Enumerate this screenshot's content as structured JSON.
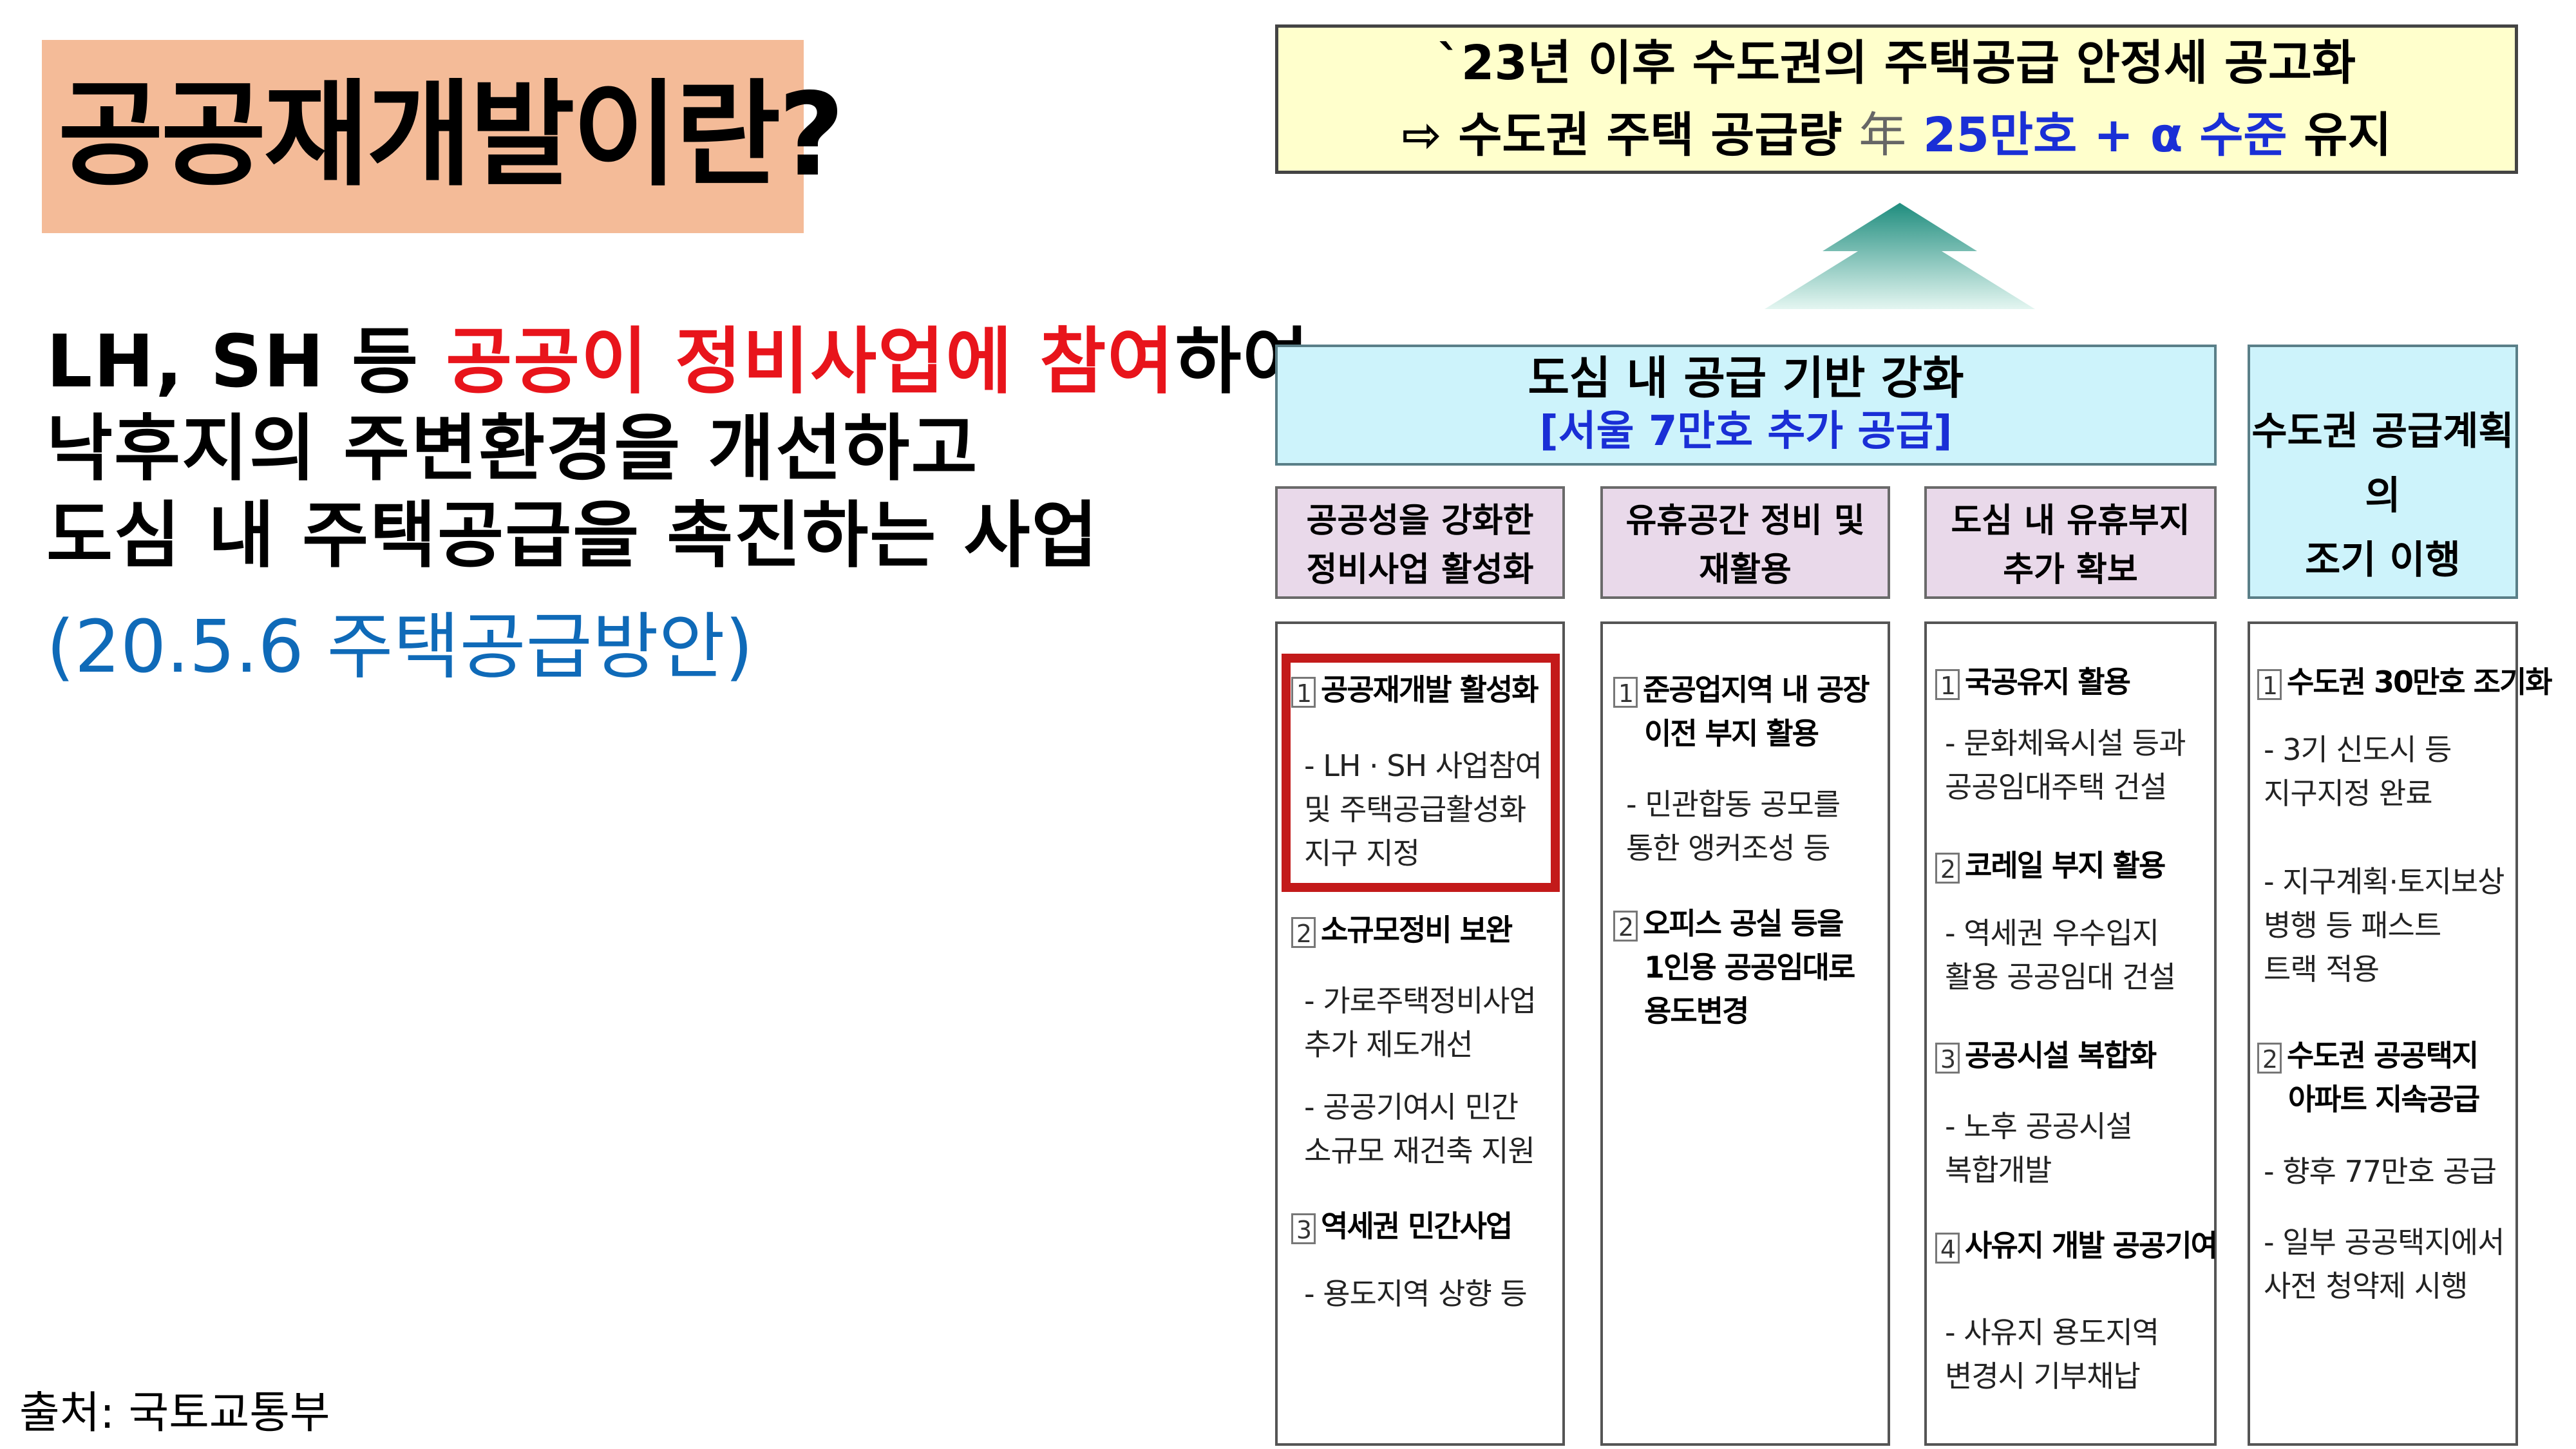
{
  "title": "공공재개발이란?",
  "description": {
    "line1_pre": "LH, SH 등 ",
    "line1_highlight": "공공이 정비사업에 참여",
    "line1_post": "하여",
    "line2": "낙후지의 주변환경을 개선하고",
    "line3": "도심 내 주택공급을 촉진하는 사업",
    "plan": "(20.5.6  주택공급방안)"
  },
  "source": "출처: 국토교통부",
  "diagram": {
    "goal": {
      "line1": "`23년 이후 수도권의 주택공급 안정세 공고화",
      "arrow": "⇨",
      "line2_pre": "수도권 주택 공급량",
      "year_char": "年",
      "amount": "25만호 + α",
      "level": "수준",
      "keep": "유지"
    },
    "main_header": {
      "title": "도심 내 공급 기반 강화",
      "subtitle": "[서울 7만호 추가 공급]"
    },
    "side_header": [
      "수도권 공급계획의",
      "조기 이행"
    ],
    "sub_headers": [
      [
        "공공성을 강화한",
        "정비사업 활성화"
      ],
      [
        "유휴공간 정비 및",
        "재활용"
      ],
      [
        "도심 내 유휴부지",
        "추가 확보"
      ]
    ],
    "columns": [
      {
        "items": [
          {
            "num": "1",
            "title": [
              "공공재개발 활성화"
            ],
            "subs": [
              [
                "- LH · SH 사업참여",
                "  및 주택공급활성화",
                "  지구 지정"
              ]
            ]
          },
          {
            "num": "2",
            "title": [
              "소규모정비 보완"
            ],
            "subs": [
              [
                "- 가로주택정비사업",
                "  추가 제도개선"
              ],
              [
                "- 공공기여시 민간",
                "  소규모 재건축 지원"
              ]
            ]
          },
          {
            "num": "3",
            "title": [
              "역세권 민간사업"
            ],
            "subs": [
              [
                "- 용도지역 상향 등"
              ]
            ]
          }
        ]
      },
      {
        "items": [
          {
            "num": "1",
            "title": [
              "준공업지역 내 공장",
              "이전 부지 활용"
            ],
            "subs": [
              [
                "- 민관합동 공모를",
                "  통한 앵커조성 등"
              ]
            ]
          },
          {
            "num": "2",
            "title": [
              "오피스 공실 등을",
              "1인용 공공임대로",
              "용도변경"
            ],
            "subs": []
          }
        ]
      },
      {
        "items": [
          {
            "num": "1",
            "title": [
              "국공유지 활용"
            ],
            "subs": [
              [
                "- 문화체육시설 등과",
                "  공공임대주택 건설"
              ]
            ]
          },
          {
            "num": "2",
            "title": [
              "코레일 부지 활용"
            ],
            "subs": [
              [
                "- 역세권 우수입지",
                "  활용 공공임대 건설"
              ]
            ]
          },
          {
            "num": "3",
            "title": [
              "공공시설 복합화"
            ],
            "subs": [
              [
                "- 노후 공공시설",
                "  복합개발"
              ]
            ]
          },
          {
            "num": "4",
            "title": [
              "사유지 개발 공공기여"
            ],
            "subs": [
              [
                "- 사유지 용도지역",
                "  변경시 기부채납"
              ]
            ]
          }
        ]
      },
      {
        "items": [
          {
            "num": "1",
            "title": [
              "수도권 30만호 조기화"
            ],
            "subs": [
              [
                "- 3기 신도시 등",
                "  지구지정 완료"
              ],
              [
                "- 지구계획·토지보상",
                "  병행 등 패스트",
                "  트랙 적용"
              ]
            ]
          },
          {
            "num": "2",
            "title": [
              "수도권 공공택지",
              "아파트 지속공급"
            ],
            "subs": [
              [
                "- 향후 77만호 공급"
              ],
              [
                "- 일부 공공택지에서",
                "  사전 청약제 시행"
              ]
            ]
          }
        ]
      }
    ]
  },
  "colors": {
    "title_bg": "#f4bb98",
    "highlight_red": "#e8141b",
    "plan_blue": "#0f6ab8",
    "goal_bg": "#ffffcc",
    "header_bg": "#cdf3fb",
    "subheader_bg": "#e9d9ea",
    "box_red": "#c31a1a"
  }
}
